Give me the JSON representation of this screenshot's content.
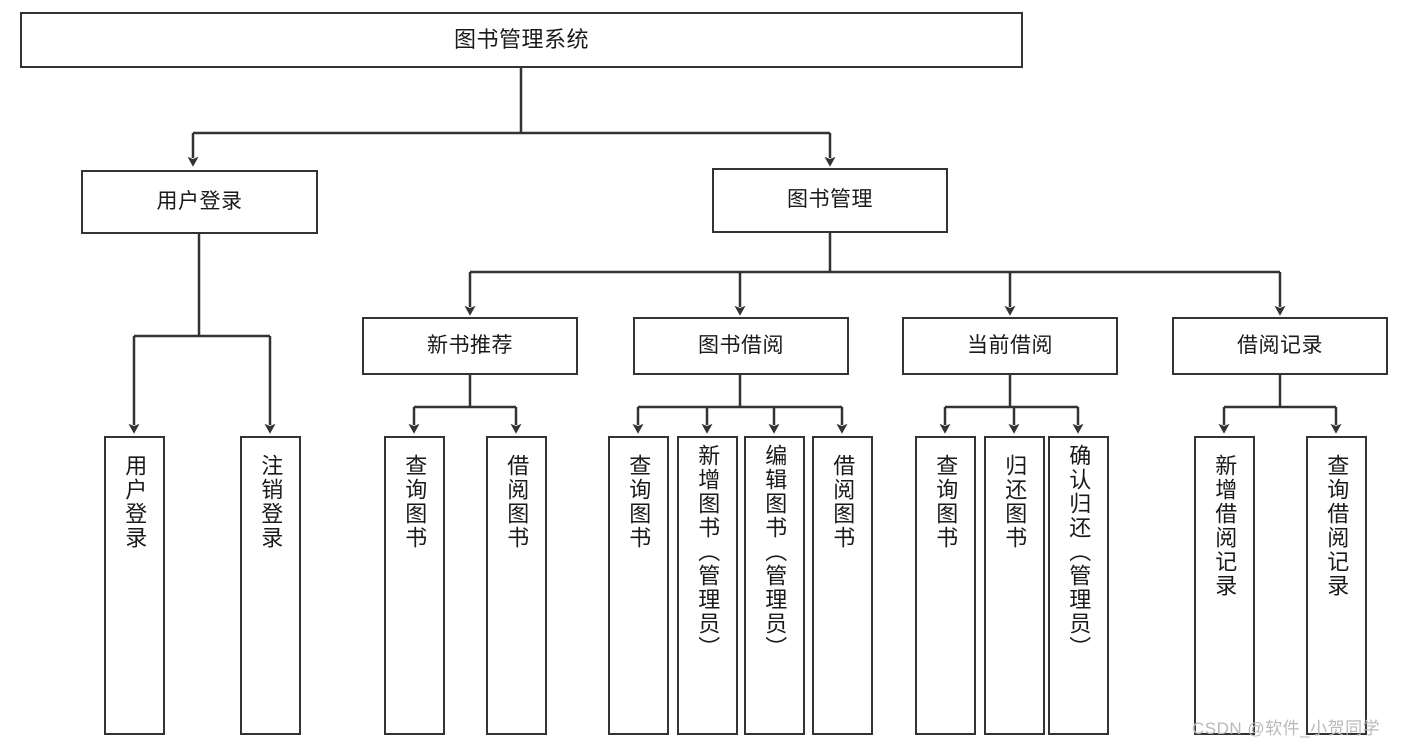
{
  "diagram": {
    "title": "图书管理系统",
    "type": "tree-hierarchy-chart",
    "root": {
      "id": "root",
      "label": "图书管理系统"
    },
    "level2": [
      {
        "id": "user-login",
        "label": "用户登录"
      },
      {
        "id": "book-manage",
        "label": "图书管理"
      }
    ],
    "level3": [
      {
        "id": "new-book-rec",
        "label": "新书推荐",
        "parent": "book-manage"
      },
      {
        "id": "book-borrow",
        "label": "图书借阅",
        "parent": "book-manage"
      },
      {
        "id": "current-borrow",
        "label": "当前借阅",
        "parent": "book-manage"
      },
      {
        "id": "borrow-record",
        "label": "借阅记录",
        "parent": "book-manage"
      }
    ],
    "leaves": [
      {
        "id": "leaf-user-login",
        "label": "用户登录",
        "parent": "user-login"
      },
      {
        "id": "leaf-logout",
        "label": "注销登录",
        "parent": "user-login"
      },
      {
        "id": "leaf-query-book-1",
        "label": "查询图书",
        "parent": "new-book-rec"
      },
      {
        "id": "leaf-borrow-book-1",
        "label": "借阅图书",
        "parent": "new-book-rec"
      },
      {
        "id": "leaf-query-book-2",
        "label": "查询图书",
        "parent": "book-borrow"
      },
      {
        "id": "leaf-add-book",
        "label": "新增图书（管理员）",
        "parent": "book-borrow"
      },
      {
        "id": "leaf-edit-book",
        "label": "编辑图书（管理员）",
        "parent": "book-borrow"
      },
      {
        "id": "leaf-borrow-book-2",
        "label": "借阅图书",
        "parent": "book-borrow"
      },
      {
        "id": "leaf-query-book-3",
        "label": "查询图书",
        "parent": "current-borrow"
      },
      {
        "id": "leaf-return-book",
        "label": "归还图书",
        "parent": "current-borrow"
      },
      {
        "id": "leaf-confirm-return",
        "label": "确认归还（管理员）",
        "parent": "current-borrow"
      },
      {
        "id": "leaf-add-record",
        "label": "新增借阅记录",
        "parent": "borrow-record"
      },
      {
        "id": "leaf-query-record",
        "label": "查询借阅记录",
        "parent": "borrow-record"
      }
    ],
    "watermark": "CSDN @软件_小贺同学",
    "colors": {
      "stroke": "#333333",
      "background": "#ffffff",
      "text": "#1a1a1a",
      "watermark": "#b9b9b9"
    }
  }
}
